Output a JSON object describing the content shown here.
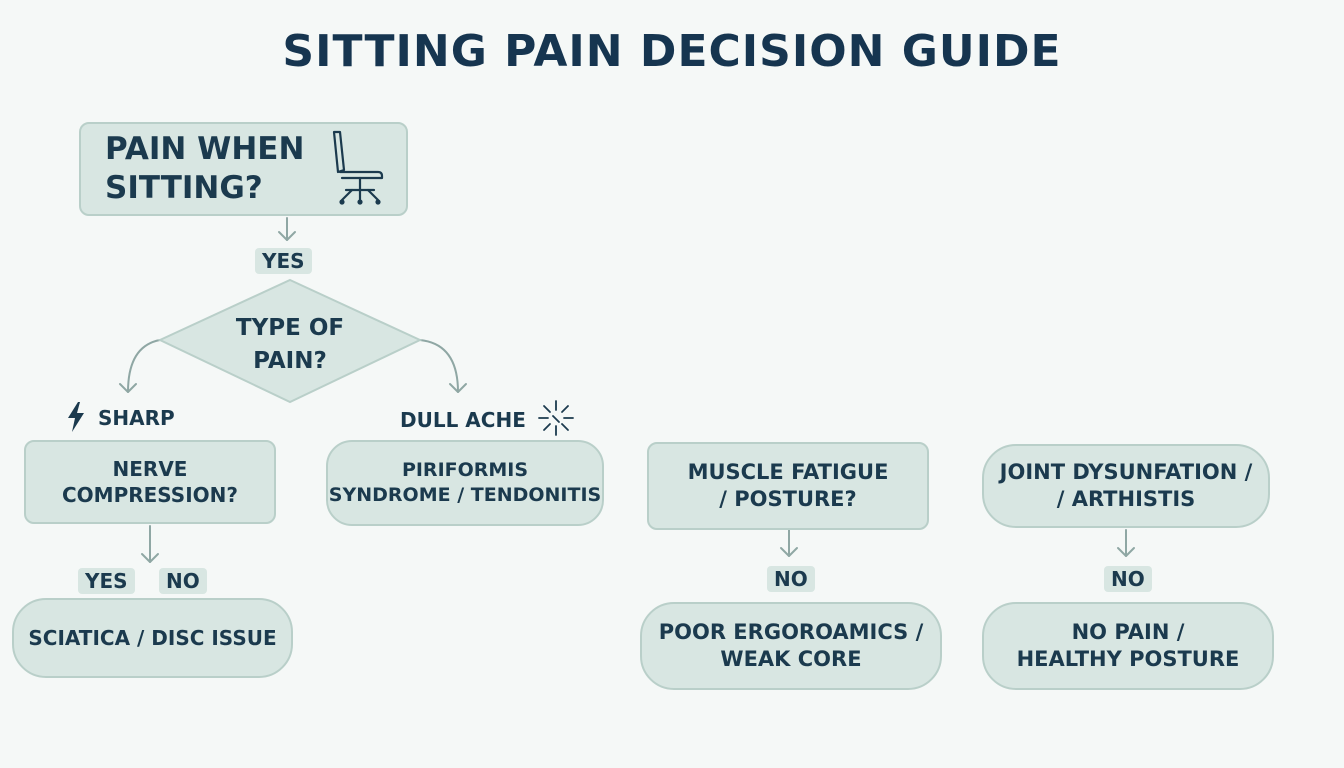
{
  "title": "SITTING PAIN DECISION GUIDE",
  "nodes": {
    "start": "PAIN WHEN\nSITTING?",
    "type": "TYPE OF\nPAIN?",
    "nerve": "NERVE\nCOMPRESSION?",
    "piriformis": "PIRIFORMIS\nSYNDROME / TENDONITIS",
    "muscle": "MUSCLE FATIGUE\n/ POSTURE?",
    "joint": "JOINT DYSUNFATION /\n/ ARTHISTIS",
    "sciatica": "SCIATICA / DISC ISSUE",
    "ergonomics": "POOR ERGOROAMICS /\nWEAK CORE",
    "healthy": "NO PAIN /\nHEALTHY POSTURE"
  },
  "labels": {
    "yes_start": "YES",
    "sharp": "SHARP",
    "dull_ache": "DULL ACHE",
    "yes_nerve": "YES",
    "no_nerve": "NO",
    "no_muscle": "NO",
    "no_joint": "NO"
  },
  "icons": [
    "office-chair-icon",
    "lightning-bolt-icon",
    "starburst-icon"
  ],
  "colors": {
    "background": "#f5f8f7",
    "node_fill": "#d8e6e2",
    "node_border": "#b9cfc9",
    "text": "#1b3a4e",
    "connector": "#8fa7a4"
  }
}
